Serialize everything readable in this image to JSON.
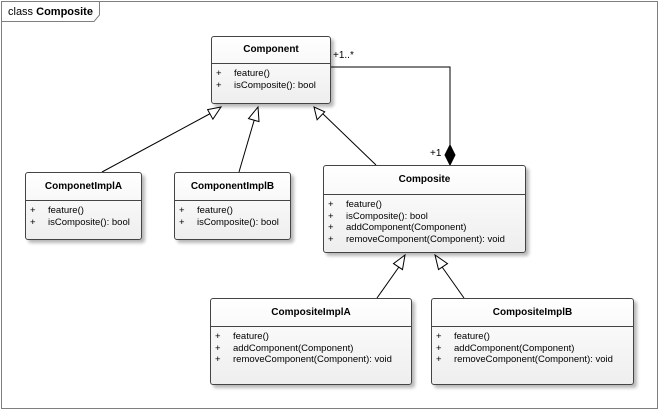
{
  "frame": {
    "keyword": "class",
    "name": "Composite"
  },
  "classes": {
    "component": {
      "name": "Component",
      "operations": [
        {
          "vis": "+",
          "sig": "feature()"
        },
        {
          "vis": "+",
          "sig": "isComposite(): bool"
        }
      ]
    },
    "componetImplA": {
      "name": "ComponetImplA",
      "operations": [
        {
          "vis": "+",
          "sig": "feature()"
        },
        {
          "vis": "+",
          "sig": "isComposite(): bool"
        }
      ]
    },
    "componentImplB": {
      "name": "ComponentImplB",
      "operations": [
        {
          "vis": "+",
          "sig": "feature()"
        },
        {
          "vis": "+",
          "sig": "isComposite(): bool"
        }
      ]
    },
    "composite": {
      "name": "Composite",
      "operations": [
        {
          "vis": "+",
          "sig": "feature()"
        },
        {
          "vis": "+",
          "sig": "isComposite(): bool"
        },
        {
          "vis": "+",
          "sig": "addComponent(Component)"
        },
        {
          "vis": "+",
          "sig": "removeComponent(Component): void"
        }
      ]
    },
    "compositeImplA": {
      "name": "CompositeImplA",
      "operations": [
        {
          "vis": "+",
          "sig": "feature()"
        },
        {
          "vis": "+",
          "sig": "addComponent(Component)"
        },
        {
          "vis": "+",
          "sig": "removeComponent(Component): void"
        }
      ]
    },
    "compositeImplB": {
      "name": "CompositeImplB",
      "operations": [
        {
          "vis": "+",
          "sig": "feature()"
        },
        {
          "vis": "+",
          "sig": "addComponent(Component)"
        },
        {
          "vis": "+",
          "sig": "removeComponent(Component): void"
        }
      ]
    }
  },
  "composition": {
    "source_multiplicity": "+1..*",
    "target_multiplicity": "+1"
  }
}
